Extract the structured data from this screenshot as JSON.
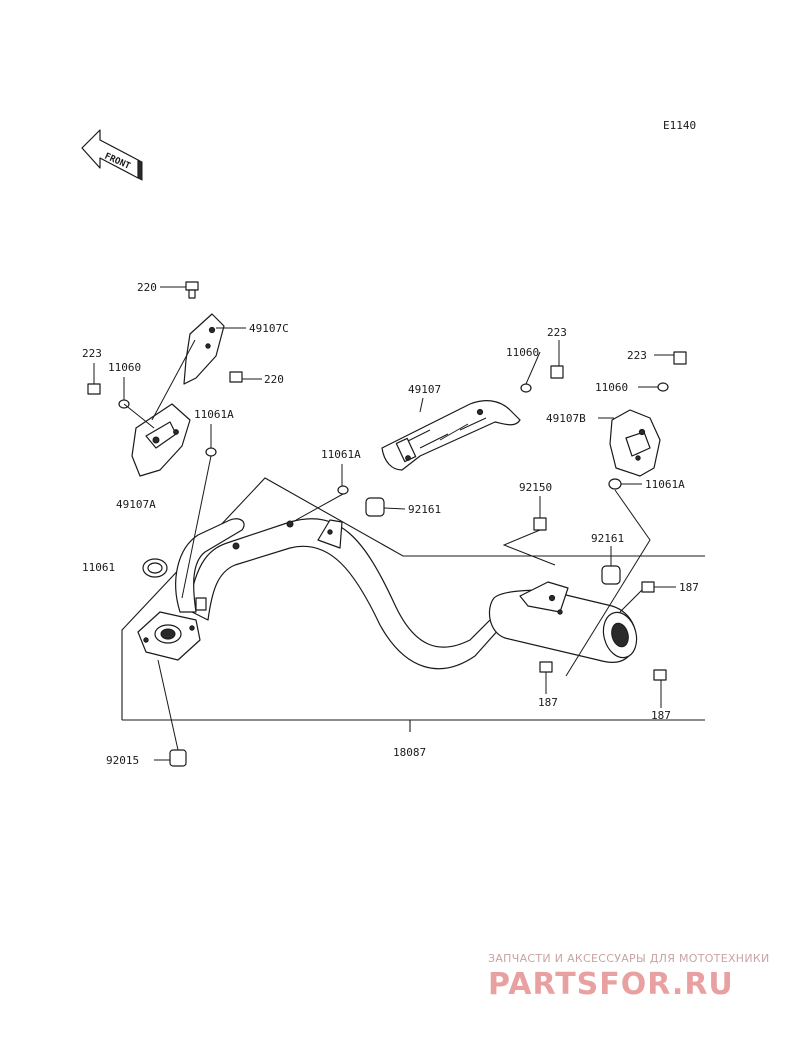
{
  "diagram": {
    "code": "E1140",
    "front_label": "FRONT",
    "parts": {
      "p220_top": "220",
      "p49107C": "49107C",
      "p220_side": "220",
      "p223_left": "223",
      "p11060_left": "11060",
      "p11061A_left": "11061A",
      "p49107A": "49107A",
      "p11061": "11061",
      "p92015": "92015",
      "p18087": "18087",
      "p49107": "49107",
      "p11061A_mid": "11061A",
      "p92161_mid": "92161",
      "p11060_mid": "11060",
      "p223_mid": "223",
      "p92150": "92150",
      "p223_right": "223",
      "p11060_right": "11060",
      "p49107B": "49107B",
      "p11061A_right": "11061A",
      "p92161_right": "92161",
      "p187_right": "187",
      "p187_bottom_left": "187",
      "p187_bottom_right": "187"
    }
  },
  "watermark": {
    "tagline": "ЗАПЧАСТИ И АКСЕССУАРЫ ДЛЯ МОТОТЕХНИКИ",
    "logo": "PARTSFOR.RU"
  }
}
